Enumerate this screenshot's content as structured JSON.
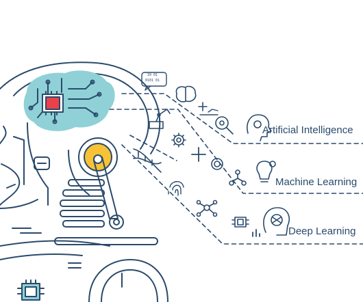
{
  "labels": {
    "ai": "Artificial Intelligence",
    "ml": "Machine Learning",
    "dl": "Deep Learning"
  },
  "chat_bubble": {
    "line1": "10 01",
    "line2": "0101 01"
  },
  "colors": {
    "outline": "#2a4a6b",
    "brain_fill": "#8fd1d6",
    "chip": "#e8414b",
    "joint": "#f7c236",
    "chip_bottom": "#8fd1d6",
    "text": "#2a4a6b"
  },
  "icons": [
    "chat-bubble-icon",
    "brain-icon",
    "plus-icon",
    "chart-icon",
    "robot-arm-icon",
    "gear-icon",
    "magnifier-icon",
    "head-gear-icon",
    "dna-icon",
    "plus-icon",
    "target-icon",
    "network-icon",
    "bulb-icon",
    "fingerprint-icon",
    "molecule-icon",
    "cpu-icon",
    "bar-chart-icon",
    "brain-head-icon"
  ]
}
